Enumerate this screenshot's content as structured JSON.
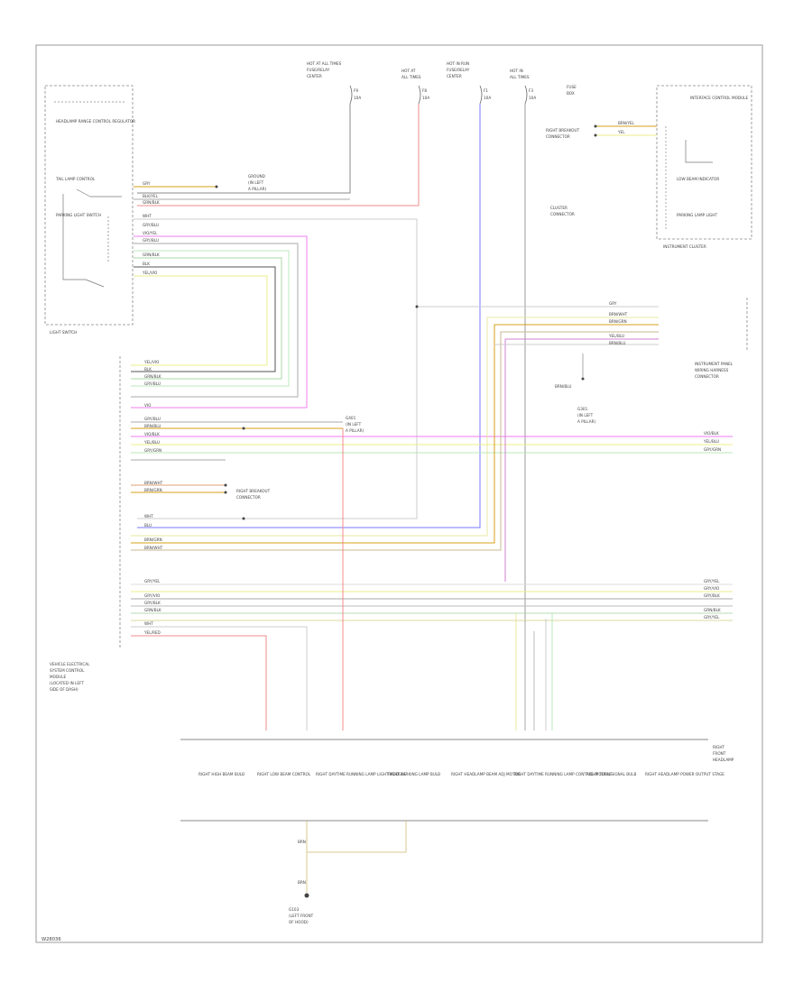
{
  "diagram_id": "W28036",
  "components": {
    "light_switch": {
      "label": "LIGHT SWITCH",
      "inner_labels": [
        "HEADLAMP RANGE CONTROL REGULATOR",
        "TAIL LAMP CONTROL",
        "PARKING LIGHT SWITCH"
      ]
    },
    "instrument_cluster": {
      "label": "INSTRUMENT CLUSTER",
      "inner_labels": [
        "INTERFACE CONTROL MODULE",
        "LOW BEAM INDICATOR",
        "PARKING LAMP LIGHT"
      ]
    },
    "central_module": {
      "label_lines": [
        "VEHICLE ELECTRICAL",
        "SYSTEM CONTROL",
        "MODULE",
        "(LOCATED IN LEFT",
        "SIDE OF DASH)"
      ]
    },
    "right_headlamp": {
      "label_lines": [
        "RIGHT",
        "FRONT",
        "HEADLAMP"
      ],
      "items": [
        "RIGHT HIGH BEAM BULB",
        "RIGHT LOW BEAM CONTROL",
        "RIGHT DAYTIME RUNNING LAMP LIGHT MODULE",
        "RIGHT PARKING LAMP BULB",
        "RIGHT HEADLAMP BEAM ADJ MOTOR",
        "RIGHT DAYTIME RUNNING LAMP CONTROL MODULE",
        "RIGHT TURN SIGNAL BULB",
        "RIGHT HEADLAMP POWER OUTPUT STAGE"
      ]
    },
    "ground": {
      "label_lines": [
        "G103",
        "(LEFT FRONT",
        "OF HOOD)"
      ]
    }
  },
  "power_feeds": [
    {
      "label_lines": [
        "HOT AT ALL TIMES",
        "FUSE/RELAY",
        "CENTER"
      ],
      "fuse": "F9",
      "amps": "10A"
    },
    {
      "label_lines": [
        "HOT AT",
        "ALL TIMES"
      ],
      "fuse": "F8",
      "amps": "10A"
    },
    {
      "label_lines": [
        "HOT IN RUN",
        "FUSE/RELAY",
        "CENTER"
      ],
      "fuse": "F1",
      "amps": "10A"
    },
    {
      "label_lines": [
        "HOT IN",
        "ALL TIMES"
      ],
      "fuse": "F3",
      "amps": "10A"
    }
  ],
  "fuse_note": [
    "FUSE",
    "BOX"
  ],
  "connectors": {
    "instrument_panel_connector": [
      "INSTRUMENT PANEL",
      "WIRING HARNESS",
      "CONNECTOR"
    ],
    "ground_splice": [
      "G401",
      "(IN LEFT",
      "A PILLAR)"
    ],
    "ground_splice_top": [
      "GROUND",
      "(IN LEFT",
      "A PILLAR)"
    ],
    "right_radio_connector": [
      "RIGHT BREAKOUT",
      "CONNECTOR"
    ],
    "left_radio_connector": [
      "RIGHT BREAKOUT",
      "CONNECTOR"
    ],
    "cluster_connector": [
      "CLUSTER",
      "CONNECTOR"
    ],
    "splice_b": "BRN/BLU",
    "ground_g301": [
      "G301",
      "(IN LEFT",
      "A PILLAR)"
    ]
  },
  "wire_labels": {
    "switch_side": [
      "GRY",
      "BLK/YEL",
      "GRN/BLK",
      "WHT",
      "GRY/BLU",
      "VIO/YEL",
      "GRY/BLU",
      "GRN/BLK",
      "BLK",
      "YEL/VIO"
    ],
    "module_side": [
      "YEL/VIO",
      "BLK",
      "GRN/BLK",
      "GRY/BLU",
      "VIO",
      "GRY/BLU",
      "BRN/BLU",
      "VIO/BLK",
      "YEL/BLU",
      "GRY/GRN",
      "BRN/WHT",
      "BRN/GRN",
      "WHT",
      "BLU",
      "BRN/GRN",
      "BRN/WHT",
      "GRY/YEL",
      "GRY/VIO",
      "GRY/BLK",
      "GRN/BLK",
      "WHT",
      "YEL/RED"
    ],
    "right_edge": [
      "VIO/BLK",
      "YEL/BLU",
      "GRY/GRN",
      "GRY/YEL",
      "GRY/VIO",
      "GRY/BLK",
      "GRN/BLK",
      "GRY/YEL"
    ],
    "cluster_wires": [
      "BRN/YEL",
      "YEL"
    ],
    "panel_connector_wires": [
      "GRY",
      "BRN/WHT",
      "BRN/GRN",
      "YEL/BLU",
      "BRN/BLU"
    ],
    "ground_wires": [
      "BRN",
      "BRN"
    ]
  }
}
